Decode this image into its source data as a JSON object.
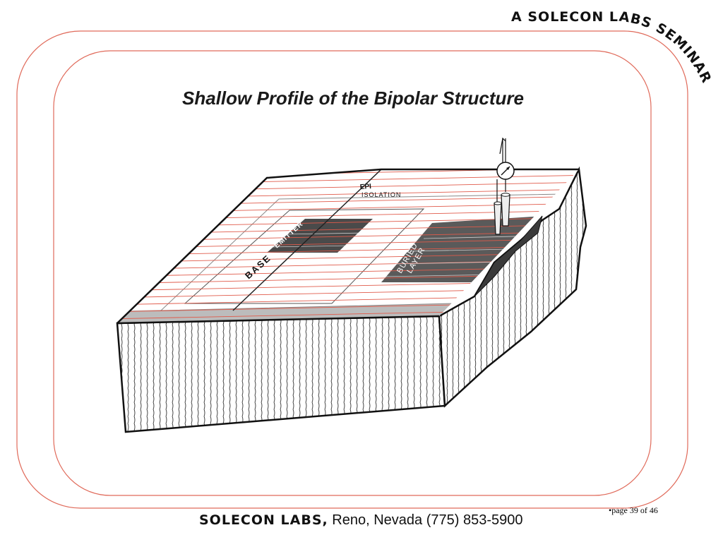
{
  "header": {
    "seminar_text": "A SOLECON LABS SEMINAR"
  },
  "slide": {
    "title": "Shallow Profile of the Bipolar Structure"
  },
  "diagram": {
    "labels": {
      "epi": "EPI",
      "isolation": "ISOLATION",
      "emitter": "EMITTER",
      "base": "BASE",
      "buried_layer_line1": "BURIED",
      "buried_layer_line2": "LAYER"
    },
    "colors": {
      "stripe": "#e05a4a",
      "frame_line": "#e06a5a",
      "dark_region": "#4a4a4a",
      "light_region": "#ffffff",
      "gray_region": "#b8b8b8"
    },
    "icons": {
      "meter": "ammeter-icon",
      "probe": "probe-icon"
    }
  },
  "footer": {
    "brand": "SOLECON LABS,",
    "location": " Reno, Nevada (775) 853-5900"
  },
  "page": {
    "marker": "•",
    "text": "page 39 of 46"
  }
}
